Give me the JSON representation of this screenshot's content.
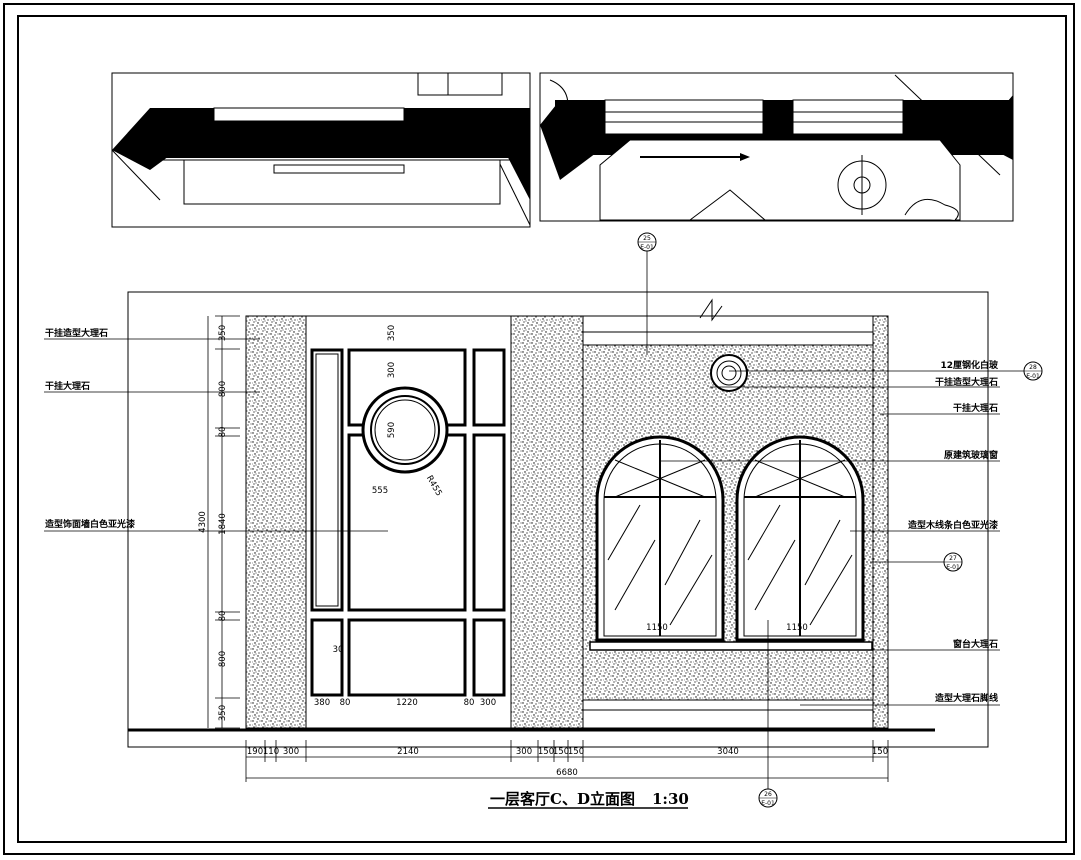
{
  "drawing": {
    "title": "一层客厅C、D立面图",
    "scale": "1:30"
  },
  "annotations_left": [
    "干挂造型大理石",
    "干挂大理石",
    "造型饰面墙白色亚光漆"
  ],
  "annotations_right": [
    "12厘钢化白玻",
    "干挂造型大理石",
    "干挂大理石",
    "原建筑玻璃窗",
    "造型木线条白色亚光漆",
    "窗台大理石",
    "造型大理石脚线"
  ],
  "dims_bottom": [
    "190",
    "110",
    "300",
    "2140",
    "300",
    "150",
    "150",
    "150",
    "3040",
    "150"
  ],
  "dim_total": "6680",
  "dims_left": [
    "350",
    "800",
    "80",
    "1840",
    "80",
    "800",
    "350"
  ],
  "dim_left_total": "4300",
  "dims_panel_bottom": [
    "380",
    "80",
    "1220",
    "80",
    "300"
  ],
  "dims_center": [
    "350",
    "300",
    "590",
    "555",
    "R455",
    "30"
  ],
  "dims_window": [
    "1150",
    "1150"
  ],
  "section_markers": [
    {
      "id": "25",
      "ref": "E-01"
    },
    {
      "id": "26",
      "ref": "E-01"
    },
    {
      "id": "27",
      "ref": "E-01"
    },
    {
      "id": "28",
      "ref": "E-01"
    }
  ]
}
